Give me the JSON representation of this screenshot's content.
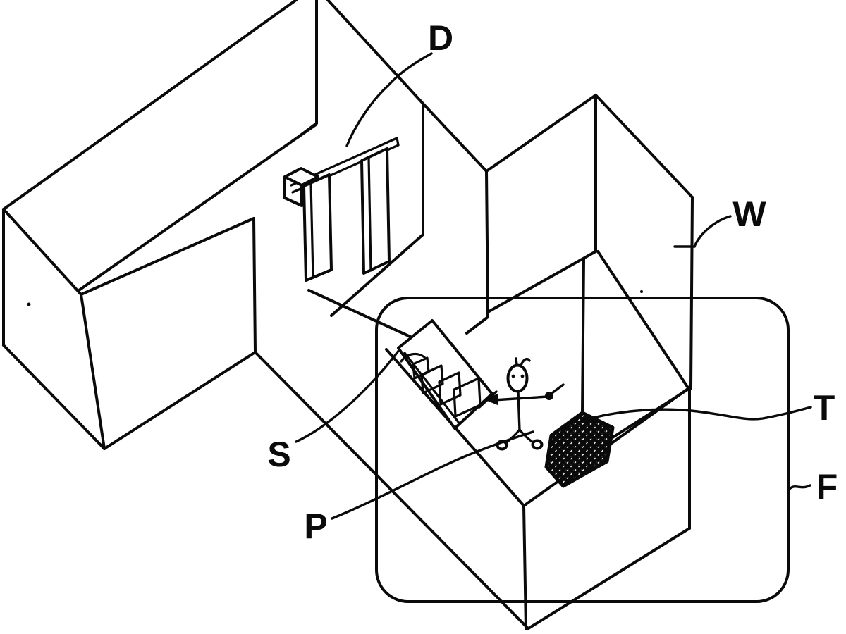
{
  "figure": {
    "type": "isometric patent line drawing of a room interior",
    "background_color": "#ffffff",
    "line_color": "#0a0a0a",
    "labels": {
      "door": "D",
      "wall": "W",
      "target_object": "T",
      "floor_area": "F",
      "stairs": "S",
      "person": "P"
    }
  }
}
